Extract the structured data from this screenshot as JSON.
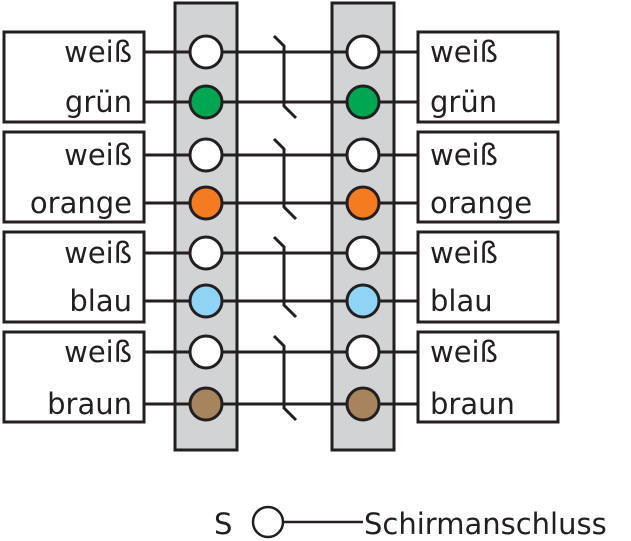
{
  "diagram": {
    "pairs": [
      {
        "wires": [
          {
            "label": "weiß",
            "color": "#ffffff"
          },
          {
            "label": "grün",
            "color": "#00a651"
          }
        ]
      },
      {
        "wires": [
          {
            "label": "weiß",
            "color": "#ffffff"
          },
          {
            "label": "orange",
            "color": "#f47b20"
          }
        ]
      },
      {
        "wires": [
          {
            "label": "weiß",
            "color": "#ffffff"
          },
          {
            "label": "blau",
            "color": "#8fd3f5"
          }
        ]
      },
      {
        "wires": [
          {
            "label": "weiß",
            "color": "#ffffff"
          },
          {
            "label": "braun",
            "color": "#a8845e"
          }
        ]
      }
    ],
    "connector_fill": "#d1d3d4",
    "line_color": "#231f20",
    "legend": {
      "symbol": "S",
      "text": "Schirmanschluss"
    }
  }
}
